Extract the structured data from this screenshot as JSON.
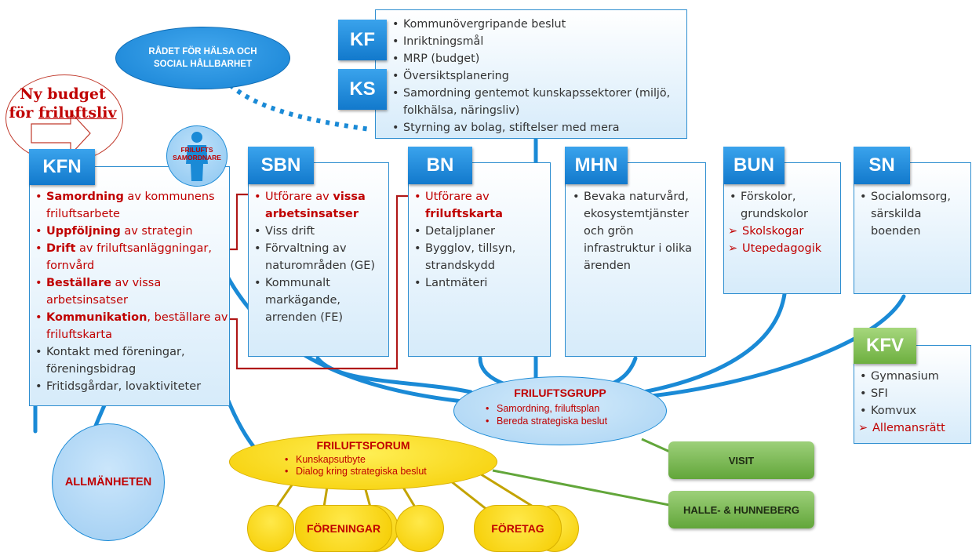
{
  "budget_callout": {
    "line1": "Ny budget",
    "line2_prefix": "för ",
    "line2_underlined": "friluftsliv"
  },
  "council": {
    "text": "RÅDET FÖR HÄLSA OCH SOCIAL HÅLLBARHET"
  },
  "kf": {
    "label": "KF"
  },
  "ks": {
    "label": "KS"
  },
  "top_box": {
    "items": [
      "Kommunövergripande beslut",
      "Inriktningsmål",
      "MRP (budget)",
      "Översiktsplanering",
      "Samordning gentemot kunskapssektorer (miljö, folkhälsa, näringsliv)",
      "Styrning av bolag, stiftelser med mera"
    ]
  },
  "coordinator": {
    "line1": "FRILUFTS",
    "line2": "SAMORDNARE"
  },
  "kfn": {
    "label": "KFN",
    "items": [
      {
        "bold": "Samordning",
        "rest": " av kommunens friluftsarbete"
      },
      {
        "bold": "Uppföljning",
        "rest": " av strategin"
      },
      {
        "bold": "Drift",
        "rest": " av friluftsanläggningar, fornvård"
      },
      {
        "bold": "Beställare",
        "rest": " av vissa arbetsinsatser"
      },
      {
        "bold": "Kommunikation",
        "rest": ", beställare av friluftskarta"
      },
      {
        "plain": "Kontakt med föreningar, föreningsbidrag"
      },
      {
        "plain": "Fritidsgårdar, lovaktiviteter"
      }
    ]
  },
  "sbn": {
    "label": "SBN",
    "item1_prefix": "Utförare av ",
    "item1_bold": "vissa arbetsinsatser",
    "items": [
      "Viss drift",
      "Förvaltning av naturområden (GE)",
      "Kommunalt markägande, arrenden (FE)"
    ]
  },
  "bn": {
    "label": "BN",
    "item1_prefix": "Utförare av ",
    "item1_bold": "friluftskarta",
    "items": [
      "Detaljplaner",
      "Bygglov, tillsyn, strandskydd",
      "Lantmäteri"
    ]
  },
  "mhn": {
    "label": "MHN",
    "items": [
      "Bevaka naturvård, ekosystemtjänster och grön infrastruktur i olika ärenden"
    ]
  },
  "bun": {
    "label": "BUN",
    "items": [
      "Förskolor, grundskolor"
    ],
    "arrows": [
      "Skolskogar",
      "Utepedagogik"
    ]
  },
  "sn": {
    "label": "SN",
    "items": [
      "Socialomsorg, särskilda boenden"
    ]
  },
  "kfv": {
    "label": "KFV",
    "items": [
      "Gymnasium",
      "SFI",
      "Komvux"
    ],
    "arrows": [
      "Allemansrätt"
    ]
  },
  "friluftsgrupp": {
    "title": "FRILUFTSGRUPP",
    "items": [
      "Samordning, friluftsplan",
      "Bereda strategiska beslut"
    ]
  },
  "friluftsforum": {
    "title": "FRILUFTSFORUM",
    "items": [
      "Kunskapsutbyte",
      "Dialog kring strategiska beslut"
    ]
  },
  "allmanheten": {
    "label": "ALLMÄNHETEN"
  },
  "visit": {
    "label": "VISIT"
  },
  "halle": {
    "label": "HALLE- & HUNNEBERG"
  },
  "foreningar": {
    "label": "FÖRENINGAR"
  },
  "foretag": {
    "label": "FÖRETAG"
  },
  "colors": {
    "blue": "#1279cc",
    "light_blue": "#d6ebfa",
    "red": "#c00000",
    "yellow": "#f5cc00",
    "green": "#6daf3f"
  }
}
